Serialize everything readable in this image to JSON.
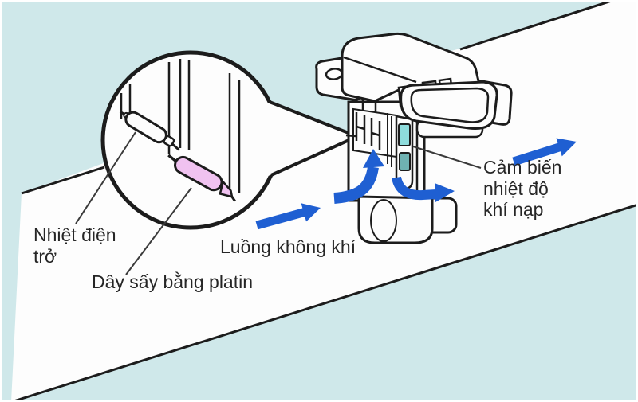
{
  "diagram": {
    "labels": {
      "thermistor": "Nhiệt điện trở",
      "hot_wire": "Dây sấy bằng platin",
      "air_flow": "Luồng không khí",
      "intake_air_temp_sensor": "Cảm biến nhiệt độ khí nạp"
    },
    "colors": {
      "bg": "#cfe8ea",
      "duct": "#fdfdfd",
      "line": "#1c1c1c",
      "leader": "#3a3a3a",
      "arrow": "#1f5fd2",
      "hotwire": "#f0c2f0",
      "tealtop": "#8edcdc",
      "tealbottom": "#6fb2b2",
      "text": "#262626"
    }
  }
}
